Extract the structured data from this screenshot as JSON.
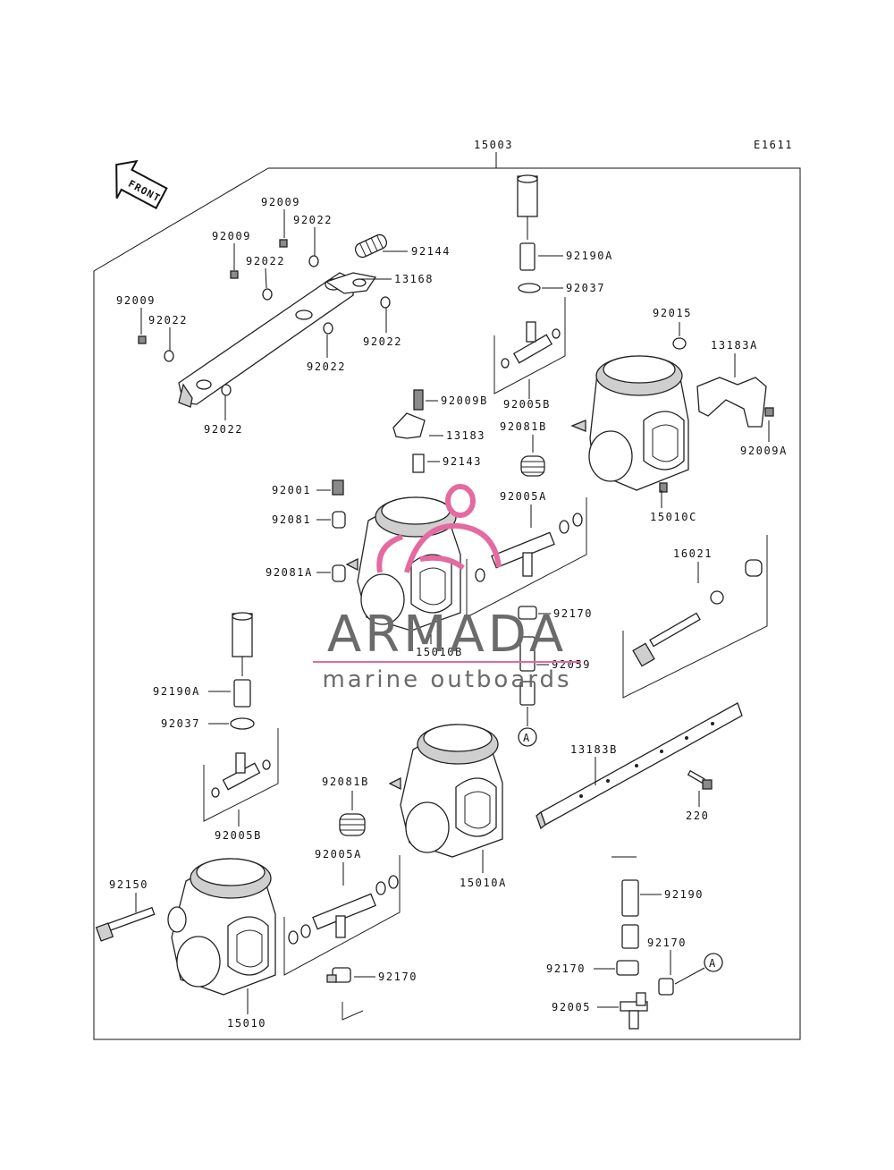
{
  "diagram_code": "E1611",
  "front_label": "FRONT",
  "assembly_number": "15003",
  "callouts": {
    "c92009_a": "92009",
    "c92022_a": "92022",
    "c92009_b": "92009",
    "c92144": "92144",
    "c92022_b": "92022",
    "c13168": "13168",
    "c92009_c": "92009",
    "c92022_c": "92022",
    "c92022_d": "92022",
    "c92022_e": "92022",
    "c92022_f": "92022",
    "c92190A_top": "92190A",
    "c92037_top": "92037",
    "c92005B_top": "92005B",
    "c92015": "92015",
    "c13183A": "13183A",
    "c92009A": "92009A",
    "c92009B": "92009B",
    "c13183": "13183",
    "c92081B_top": "92081B",
    "c92143": "92143",
    "c92001": "92001",
    "c92005A_top": "92005A",
    "c15010C": "15010C",
    "c92081": "92081",
    "c92081A": "92081A",
    "c16021": "16021",
    "c92170_mid": "92170",
    "c15010B": "15010B",
    "c92059": "92059",
    "c92190A_left": "92190A",
    "c92037_left": "92037",
    "c13183B": "13183B",
    "c220": "220",
    "c92081B_bottom": "92081B",
    "c92005B_left": "92005B",
    "c92005A_bottom": "92005A",
    "c15010A": "15010A",
    "c92150": "92150",
    "c92190": "92190",
    "c92170_right": "92170",
    "c92170_right2": "92170",
    "c92170_bottom": "92170",
    "c92005": "92005",
    "c15010": "15010",
    "ref_a_1": "A",
    "ref_a_2": "A"
  },
  "watermark": {
    "brand": "ARMADA",
    "tagline": "marine outboards",
    "text_color": "#6b6b6b",
    "accent_color": "#e46aa0"
  }
}
